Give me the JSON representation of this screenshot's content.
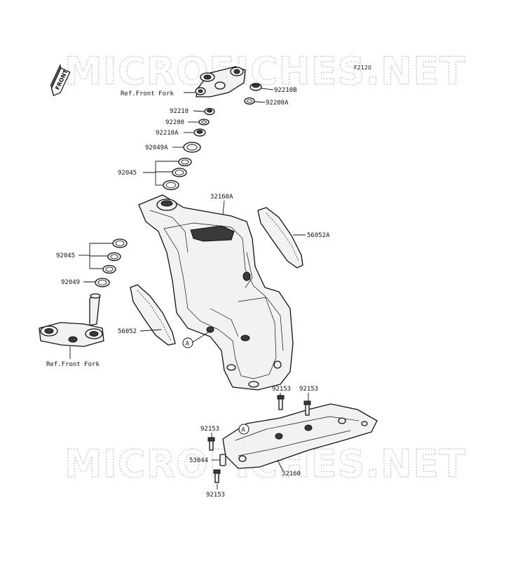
{
  "diagram_code": "F2120",
  "watermark": "MICROFICHES.NET",
  "front_badge": "FRONT",
  "ref_label": "Ref.Front Fork",
  "ref_marker": "A",
  "part_numbers": {
    "p92210B": "92210B",
    "p92200A": "92200A",
    "p92210": "92210",
    "p92200": "92200",
    "p92210A": "92210A",
    "p92049A": "92049A",
    "p92045_top": "92045",
    "p32160A": "32160A",
    "p56052A": "56052A",
    "p92045_left": "92045",
    "p92049": "92049",
    "p56052": "56052",
    "p92153_a": "92153",
    "p92153_b": "92153",
    "p92153_c": "92153",
    "p53044": "53044",
    "p32160": "32160",
    "p92153_d": "92153"
  }
}
